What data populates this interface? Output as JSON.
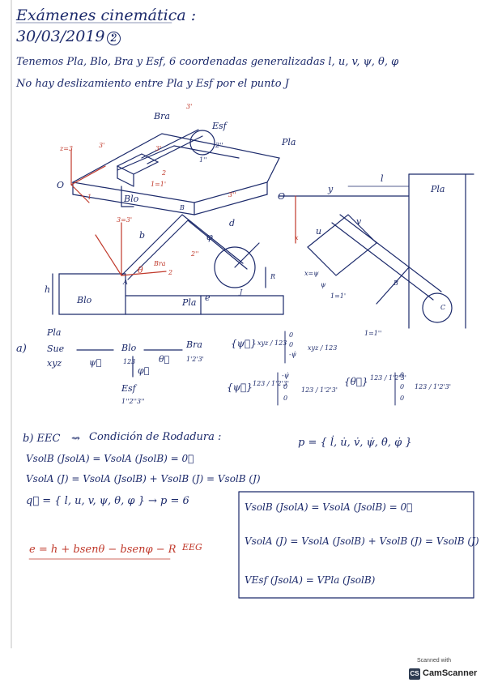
{
  "header": {
    "title": "Exámenes cinemática :",
    "date": "30/03/2019 :",
    "circled_number": "2"
  },
  "intro": {
    "line1": "Tenemos Pla, Blo, Bra y Esf, 6 coordenadas generalizadas l, u, v, ψ, θ, φ",
    "line2": "No hay deslizamiento entre Pla y Esf por el punto J"
  },
  "figure3d": {
    "bra": "Bra",
    "esf": "Esf",
    "pla": "Pla",
    "blo": "Blo",
    "pla_bottom": "Pla",
    "blo_bottom": "Blo",
    "o": "O",
    "z3": "z=3",
    "n3prime": "3'",
    "n3prime_b": "3'",
    "n3_2": "3'",
    "n2_2": "2''",
    "n1_2": "1''",
    "n3_3": "3''",
    "n1_1": "1=1'",
    "n3_4": "3=3'",
    "n2": "2",
    "n2b": "2",
    "n1": "1",
    "b_label": "b",
    "d_label": "d",
    "phi": "φ",
    "theta": "θ",
    "bra2": "Bra",
    "a": "A",
    "b_point": "B",
    "j": "J",
    "r": "R",
    "h": "h",
    "e": "e",
    "n2_bottom": "2''"
  },
  "figure2d": {
    "o": "O",
    "y": "y",
    "l": "l",
    "pla": "Pla",
    "x": "x",
    "u": "u",
    "v": "v",
    "psi": "ψ",
    "x_psi": "x=ψ",
    "one": "1=1'",
    "b": "B",
    "c": "C",
    "one_b": "1=1''"
  },
  "part_a": {
    "label": "a)",
    "chain_pla": "Pla",
    "chain_sue": "Sue",
    "chain_xyz": "xyz",
    "arrow1": "ψ⃗",
    "chain_blo": "Blo",
    "chain_123": "123",
    "arrow2": "θ⃗",
    "chain_bra": "Bra",
    "chain_123p": "1'2'3'",
    "arrow3": "φ⃗",
    "chain_esf": "Esf",
    "chain_123pp": "1''2''3''",
    "omega1_lhs": "{ψ⃗}",
    "omega1_sub": "xyz / 123",
    "omega1_vec": [
      "0",
      "0",
      "-ψ̇"
    ],
    "omega1_sub2": "xyz / 123",
    "omega2_lhs": "{ψ⃗}",
    "omega2_sub": "123 / 1'2'3'",
    "omega2_vec": [
      "-ψ̇",
      "0",
      "0"
    ],
    "omega2_sub2": "123 / 1'2'3'",
    "omega3_lhs": "{θ⃗}",
    "omega3_sub": "123 / 1'2'3'",
    "omega3_vec": [
      "θ̇",
      "0",
      "0"
    ],
    "omega3_sub2": "123 / 1'2'3'"
  },
  "part_b": {
    "label": "b) EEC",
    "arrow": "⇝",
    "condition": "Condición de Rodadura :",
    "eq1": "VsolB (JsolA) = VsolA (JsolB) = 0⃗",
    "eq2": "VsolA (J) = VsolA (JsolB) + VsolB (J) = VsolB (J)",
    "q_vec": "q⃗ = { l, u, v, ψ, θ, φ } → p = 6",
    "p_set": "p = { l̇, u̇, v̇, ψ̇, θ̇, φ̇ }",
    "e_eq": "e = h + bsenθ − bsenφ − R",
    "eeg": "EEG",
    "box_eq1": "VsolB (JsolA) = VsolA (JsolB) = 0⃗",
    "box_eq2": "VsolA (J) = VsolA (JsolB) + VsolB (J) = VsolB (J)",
    "box_eq3": "VEsf (JsolA) = VPla (JsolB)"
  },
  "scanner": {
    "top": "Scanned with",
    "logo": "CS",
    "name": "CamScanner"
  },
  "colors": {
    "ink": "#1c2a6b",
    "red": "#c0392b",
    "paper": "#ffffff"
  }
}
